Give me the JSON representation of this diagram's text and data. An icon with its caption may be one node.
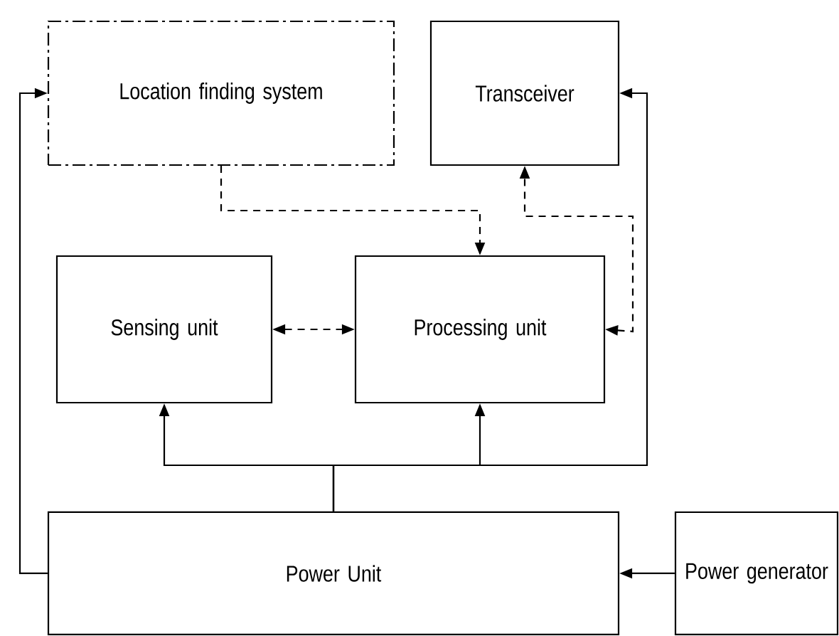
{
  "diagram": {
    "nodes": [
      {
        "text": [
          "Location finding system"
        ]
      },
      {
        "text": [
          "Transceiver"
        ]
      },
      {
        "text": [
          "Sensing unit"
        ]
      },
      {
        "text": [
          "Processing unit"
        ]
      },
      {
        "text": [
          "Power Unit"
        ]
      },
      {
        "text": [
          "Power generator"
        ]
      }
    ],
    "edges": [
      {
        "from": 4,
        "to": 0,
        "arrow": "to"
      },
      {
        "from": 4,
        "to": 2,
        "arrow": "to"
      },
      {
        "from": 4,
        "to": 3,
        "arrow": "to"
      },
      {
        "from": 4,
        "to": 1,
        "arrow": "to"
      },
      {
        "from": 0,
        "to": 3,
        "arrow": "to",
        "style": "dashed"
      },
      {
        "from": 3,
        "to": 1,
        "arrow": "both",
        "style": "dashed"
      },
      {
        "from": 2,
        "to": 3,
        "arrow": "both",
        "style": "dashed"
      },
      {
        "from": 5,
        "to": 4,
        "arrow": "to"
      }
    ]
  }
}
